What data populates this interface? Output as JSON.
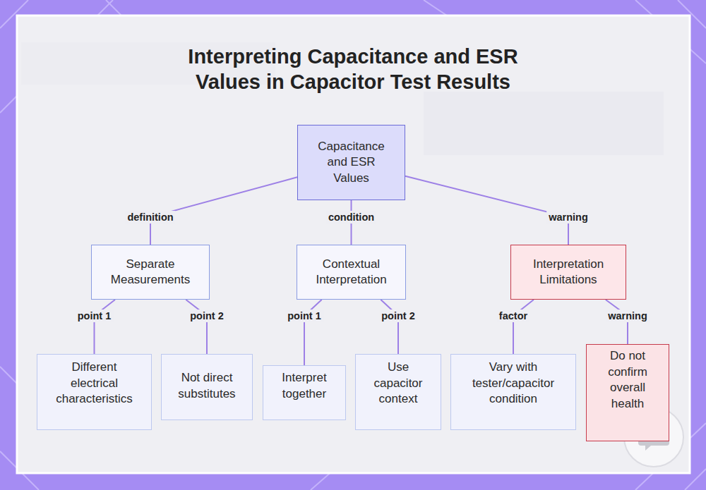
{
  "diagram": {
    "title": "Interpreting Capacitance and ESR Values in Capacitor Test Results",
    "nodes": [
      {
        "text": [
          "Capacitance and ESR Values"
        ]
      },
      {
        "text": [
          "Separate Measurements"
        ]
      },
      {
        "text": [
          "Contextual Interpretation"
        ]
      },
      {
        "text": [
          "Interpretation Limitations"
        ]
      },
      {
        "text": [
          "Different electrical characteristics"
        ]
      },
      {
        "text": [
          "Not direct substitutes"
        ]
      },
      {
        "text": [
          "Interpret together"
        ]
      },
      {
        "text": [
          "Use capacitor context"
        ]
      },
      {
        "text": [
          "Vary with tester/capacitor condition"
        ]
      },
      {
        "text": [
          "Do not confirm overall health"
        ]
      }
    ],
    "edges": [
      {
        "from": 0,
        "to": 1,
        "label": "definition",
        "arrow": "none"
      },
      {
        "from": 0,
        "to": 2,
        "label": "condition",
        "arrow": "none"
      },
      {
        "from": 0,
        "to": 3,
        "label": "warning",
        "arrow": "none"
      },
      {
        "from": 1,
        "to": 4,
        "label": "point 1",
        "arrow": "none"
      },
      {
        "from": 1,
        "to": 5,
        "label": "point 2",
        "arrow": "none"
      },
      {
        "from": 2,
        "to": 6,
        "label": "point 1",
        "arrow": "none"
      },
      {
        "from": 2,
        "to": 7,
        "label": "point 2",
        "arrow": "none"
      },
      {
        "from": 3,
        "to": 8,
        "label": "factor",
        "arrow": "none"
      },
      {
        "from": 3,
        "to": 9,
        "label": "warning",
        "arrow": "none"
      }
    ]
  }
}
